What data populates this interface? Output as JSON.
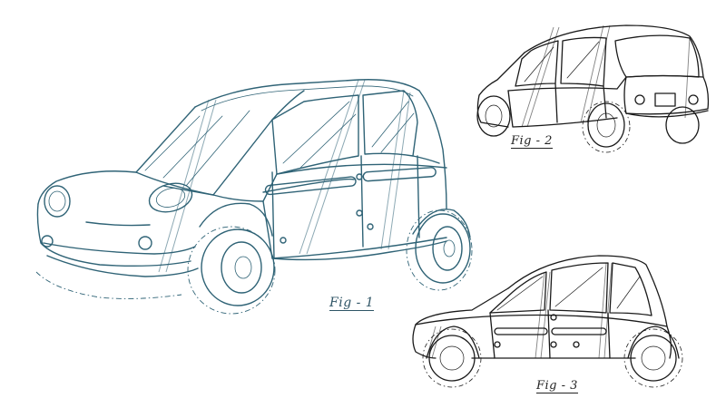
{
  "figures": [
    {
      "label": "Fig - 1",
      "view": "front-three-quarter"
    },
    {
      "label": "Fig - 2",
      "view": "rear-three-quarter"
    },
    {
      "label": "Fig - 3",
      "view": "side"
    }
  ],
  "colors": {
    "fig1_ink": "#2f6376",
    "other_ink": "#1a1a1a",
    "background": "#ffffff"
  }
}
